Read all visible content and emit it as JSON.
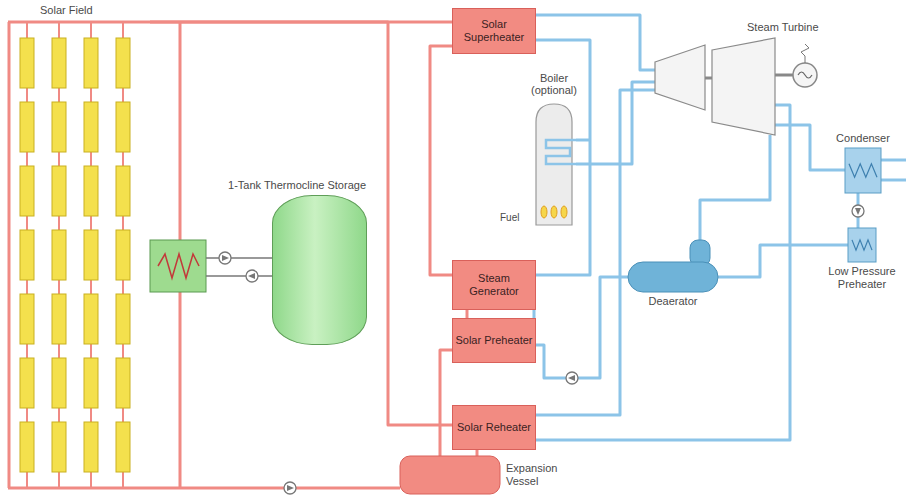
{
  "diagram": {
    "nodes": [
      {
        "text": [
          "Solar Field"
        ]
      },
      {
        "text": [
          "1-Tank Thermocline Storage"
        ]
      },
      {
        "text": [
          "Solar Superheater"
        ]
      },
      {
        "text": [
          "Steam Turbine"
        ]
      },
      {
        "text": [
          "Boiler (optional)"
        ]
      },
      {
        "text": [
          "Condenser"
        ]
      },
      {
        "text": [
          "Steam Generator"
        ]
      },
      {
        "text": [
          "Solar Preheater"
        ]
      },
      {
        "text": [
          "Deaerator"
        ]
      },
      {
        "text": [
          "Low Pressure Preheater"
        ]
      },
      {
        "text": [
          "Solar Reheater"
        ]
      },
      {
        "text": [
          "Expansion Vessel"
        ]
      }
    ],
    "edges": [
      {
        "from": 0,
        "to": 2,
        "arrow": "none"
      },
      {
        "from": 2,
        "to": 6,
        "arrow": "none"
      },
      {
        "from": 6,
        "to": 7,
        "arrow": "none"
      },
      {
        "from": 7,
        "to": 11,
        "arrow": "none"
      },
      {
        "from": 0,
        "to": 10,
        "arrow": "none"
      },
      {
        "from": 10,
        "to": 11,
        "arrow": "none"
      },
      {
        "from": 11,
        "to": 0,
        "arrow": "none"
      },
      {
        "from": 2,
        "to": 3,
        "arrow": "none"
      },
      {
        "from": 6,
        "to": 2,
        "arrow": "none"
      },
      {
        "from": 3,
        "to": 10,
        "arrow": "none"
      },
      {
        "from": 10,
        "to": 3,
        "arrow": "none"
      },
      {
        "from": 3,
        "to": 5,
        "arrow": "none"
      },
      {
        "from": 5,
        "to": 9,
        "arrow": "none"
      },
      {
        "from": 9,
        "to": 8,
        "arrow": "none"
      },
      {
        "from": 8,
        "to": 7,
        "arrow": "none"
      },
      {
        "from": 7,
        "to": 6,
        "arrow": "none"
      },
      {
        "from": 3,
        "to": 8,
        "arrow": "none"
      },
      {
        "from": 4,
        "to": 3,
        "arrow": "none"
      }
    ],
    "labels": [
      "Fuel"
    ]
  }
}
